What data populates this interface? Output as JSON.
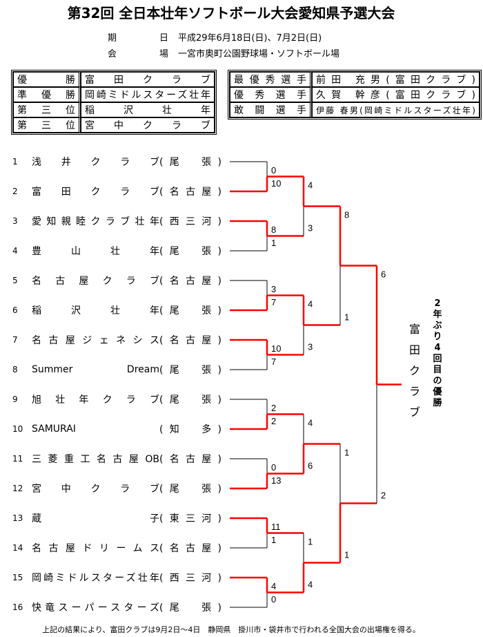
{
  "title": "第32回 全日本壮年ソフトボール大会愛知県予選大会",
  "info": [
    {
      "label": [
        "期",
        "日"
      ],
      "value": "平成29年6月18日(日)、7月2日(日)"
    },
    {
      "label": [
        "会",
        "場"
      ],
      "value": "一宮市奥町公園野球場・ソフトボール場"
    }
  ],
  "results": [
    {
      "label": "優　勝",
      "value": "富田クラブ"
    },
    {
      "label": "準優勝",
      "value": "岡崎ミドルスターズ壮年"
    },
    {
      "label": "第三位",
      "value": "稲沢壮年"
    },
    {
      "label": "第三位",
      "value": "宮中クラブ"
    }
  ],
  "awards": [
    {
      "label": "最優秀選手",
      "value": "前田 充男(富田クラブ)"
    },
    {
      "label": "優秀選手",
      "value": "久賀 幹彦(富田クラブ)"
    },
    {
      "label": "敢闘選手",
      "value": "伊藤 春男(岡崎ミドルスターズ壮年)"
    }
  ],
  "teams": [
    {
      "no": "1",
      "name": "浅井クラブ",
      "region": "(尾　張)"
    },
    {
      "no": "2",
      "name": "富田クラブ",
      "region": "(名古屋)"
    },
    {
      "no": "3",
      "name": "愛知親睦クラブ壮年",
      "region": "(西三河)"
    },
    {
      "no": "4",
      "name": "豊山壮年",
      "region": "(尾　張)"
    },
    {
      "no": "5",
      "name": "名古屋クラブ",
      "region": "(名古屋)"
    },
    {
      "no": "6",
      "name": "稲沢壮年",
      "region": "(尾　張)"
    },
    {
      "no": "7",
      "name": "名古屋ジェネシス",
      "region": "(名古屋)"
    },
    {
      "no": "8",
      "name": "Summer Dream",
      "region": "(尾　張)"
    },
    {
      "no": "9",
      "name": "旭壮年クラブ",
      "region": "(尾　張)"
    },
    {
      "no": "10",
      "name": "SAMURAI",
      "region": "(知　多)"
    },
    {
      "no": "11",
      "name": "三菱重工名古屋OB",
      "region": "(名古屋)"
    },
    {
      "no": "12",
      "name": "宮中クラブ",
      "region": "(尾　張)"
    },
    {
      "no": "13",
      "name": "蔵子",
      "region": "(東三河)"
    },
    {
      "no": "14",
      "name": "名古屋ドリームス",
      "region": "(名古屋)"
    },
    {
      "no": "15",
      "name": "岡崎ミドルスターズ壮年",
      "region": "(西三河)"
    },
    {
      "no": "16",
      "name": "快竜スーパースターズ",
      "region": "(尾　張)"
    }
  ],
  "rounds": [
    [
      {
        "scores": [
          "0",
          "10"
        ],
        "winner": 1
      },
      {
        "scores": [
          "8",
          "1"
        ],
        "winner": 0
      },
      {
        "scores": [
          "3",
          "7"
        ],
        "winner": 1
      },
      {
        "scores": [
          "10",
          "7"
        ],
        "winner": 0
      },
      {
        "scores": [
          "2",
          "2"
        ],
        "winner": 1
      },
      {
        "scores": [
          "0",
          "13"
        ],
        "winner": 1
      },
      {
        "scores": [
          "11",
          "1"
        ],
        "winner": 0
      },
      {
        "scores": [
          "4",
          "0"
        ],
        "winner": 0
      }
    ],
    [
      {
        "scores": [
          "4",
          "3"
        ],
        "winner": 0
      },
      {
        "scores": [
          "4",
          "3"
        ],
        "winner": 0
      },
      {
        "scores": [
          "4",
          "6"
        ],
        "winner": 1
      },
      {
        "scores": [
          "1",
          "4"
        ],
        "winner": 1
      }
    ],
    [
      {
        "scores": [
          "8",
          "1"
        ],
        "winner": 0
      },
      {
        "scores": [
          "1",
          "1"
        ],
        "winner": 1
      }
    ],
    [
      {
        "scores": [
          "6",
          "2"
        ],
        "winner": 0
      }
    ]
  ],
  "champion": "富田クラブ",
  "remark": "2年ぶり4回目の優勝",
  "footer": "上記の結果により、富田クラブは9月2日～4日　静岡県　掛川市・袋井市で行われる全国大会の出場権を得る。",
  "colors": {
    "winner_line": "#ff0000",
    "line": "#000000"
  }
}
